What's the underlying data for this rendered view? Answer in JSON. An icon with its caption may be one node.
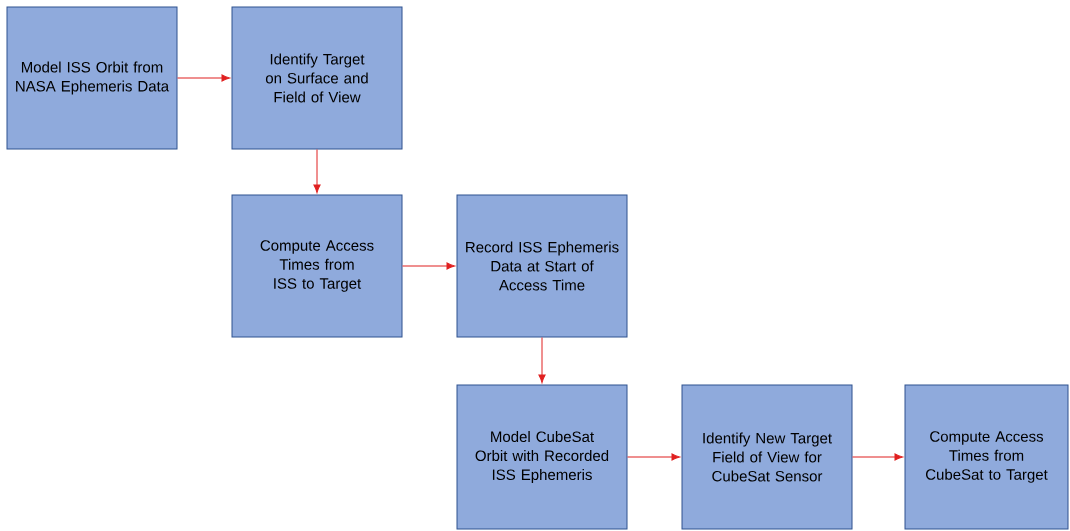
{
  "diagram": {
    "nodes": [
      {
        "text": [
          "Model ISS Orbit from NASA Ephemeris Data"
        ]
      },
      {
        "text": [
          "Identify Target on Surface and Field of View"
        ]
      },
      {
        "text": [
          "Compute Access Times from ISS to Target"
        ]
      },
      {
        "text": [
          "Record ISS Ephemeris Data at Start of Access Time"
        ]
      },
      {
        "text": [
          "Model CubeSat Orbit with Recorded ISS Ephemeris"
        ]
      },
      {
        "text": [
          "Identify New Target Field of View for CubeSat Sensor"
        ]
      },
      {
        "text": [
          "Compute Access Times from CubeSat to Target"
        ]
      }
    ],
    "edges": [
      {
        "from": 0,
        "to": 1,
        "arrow": "to"
      },
      {
        "from": 1,
        "to": 2,
        "arrow": "to"
      },
      {
        "from": 2,
        "to": 3,
        "arrow": "to"
      },
      {
        "from": 3,
        "to": 4,
        "arrow": "to"
      },
      {
        "from": 4,
        "to": 5,
        "arrow": "to"
      },
      {
        "from": 5,
        "to": 6,
        "arrow": "to"
      }
    ]
  }
}
